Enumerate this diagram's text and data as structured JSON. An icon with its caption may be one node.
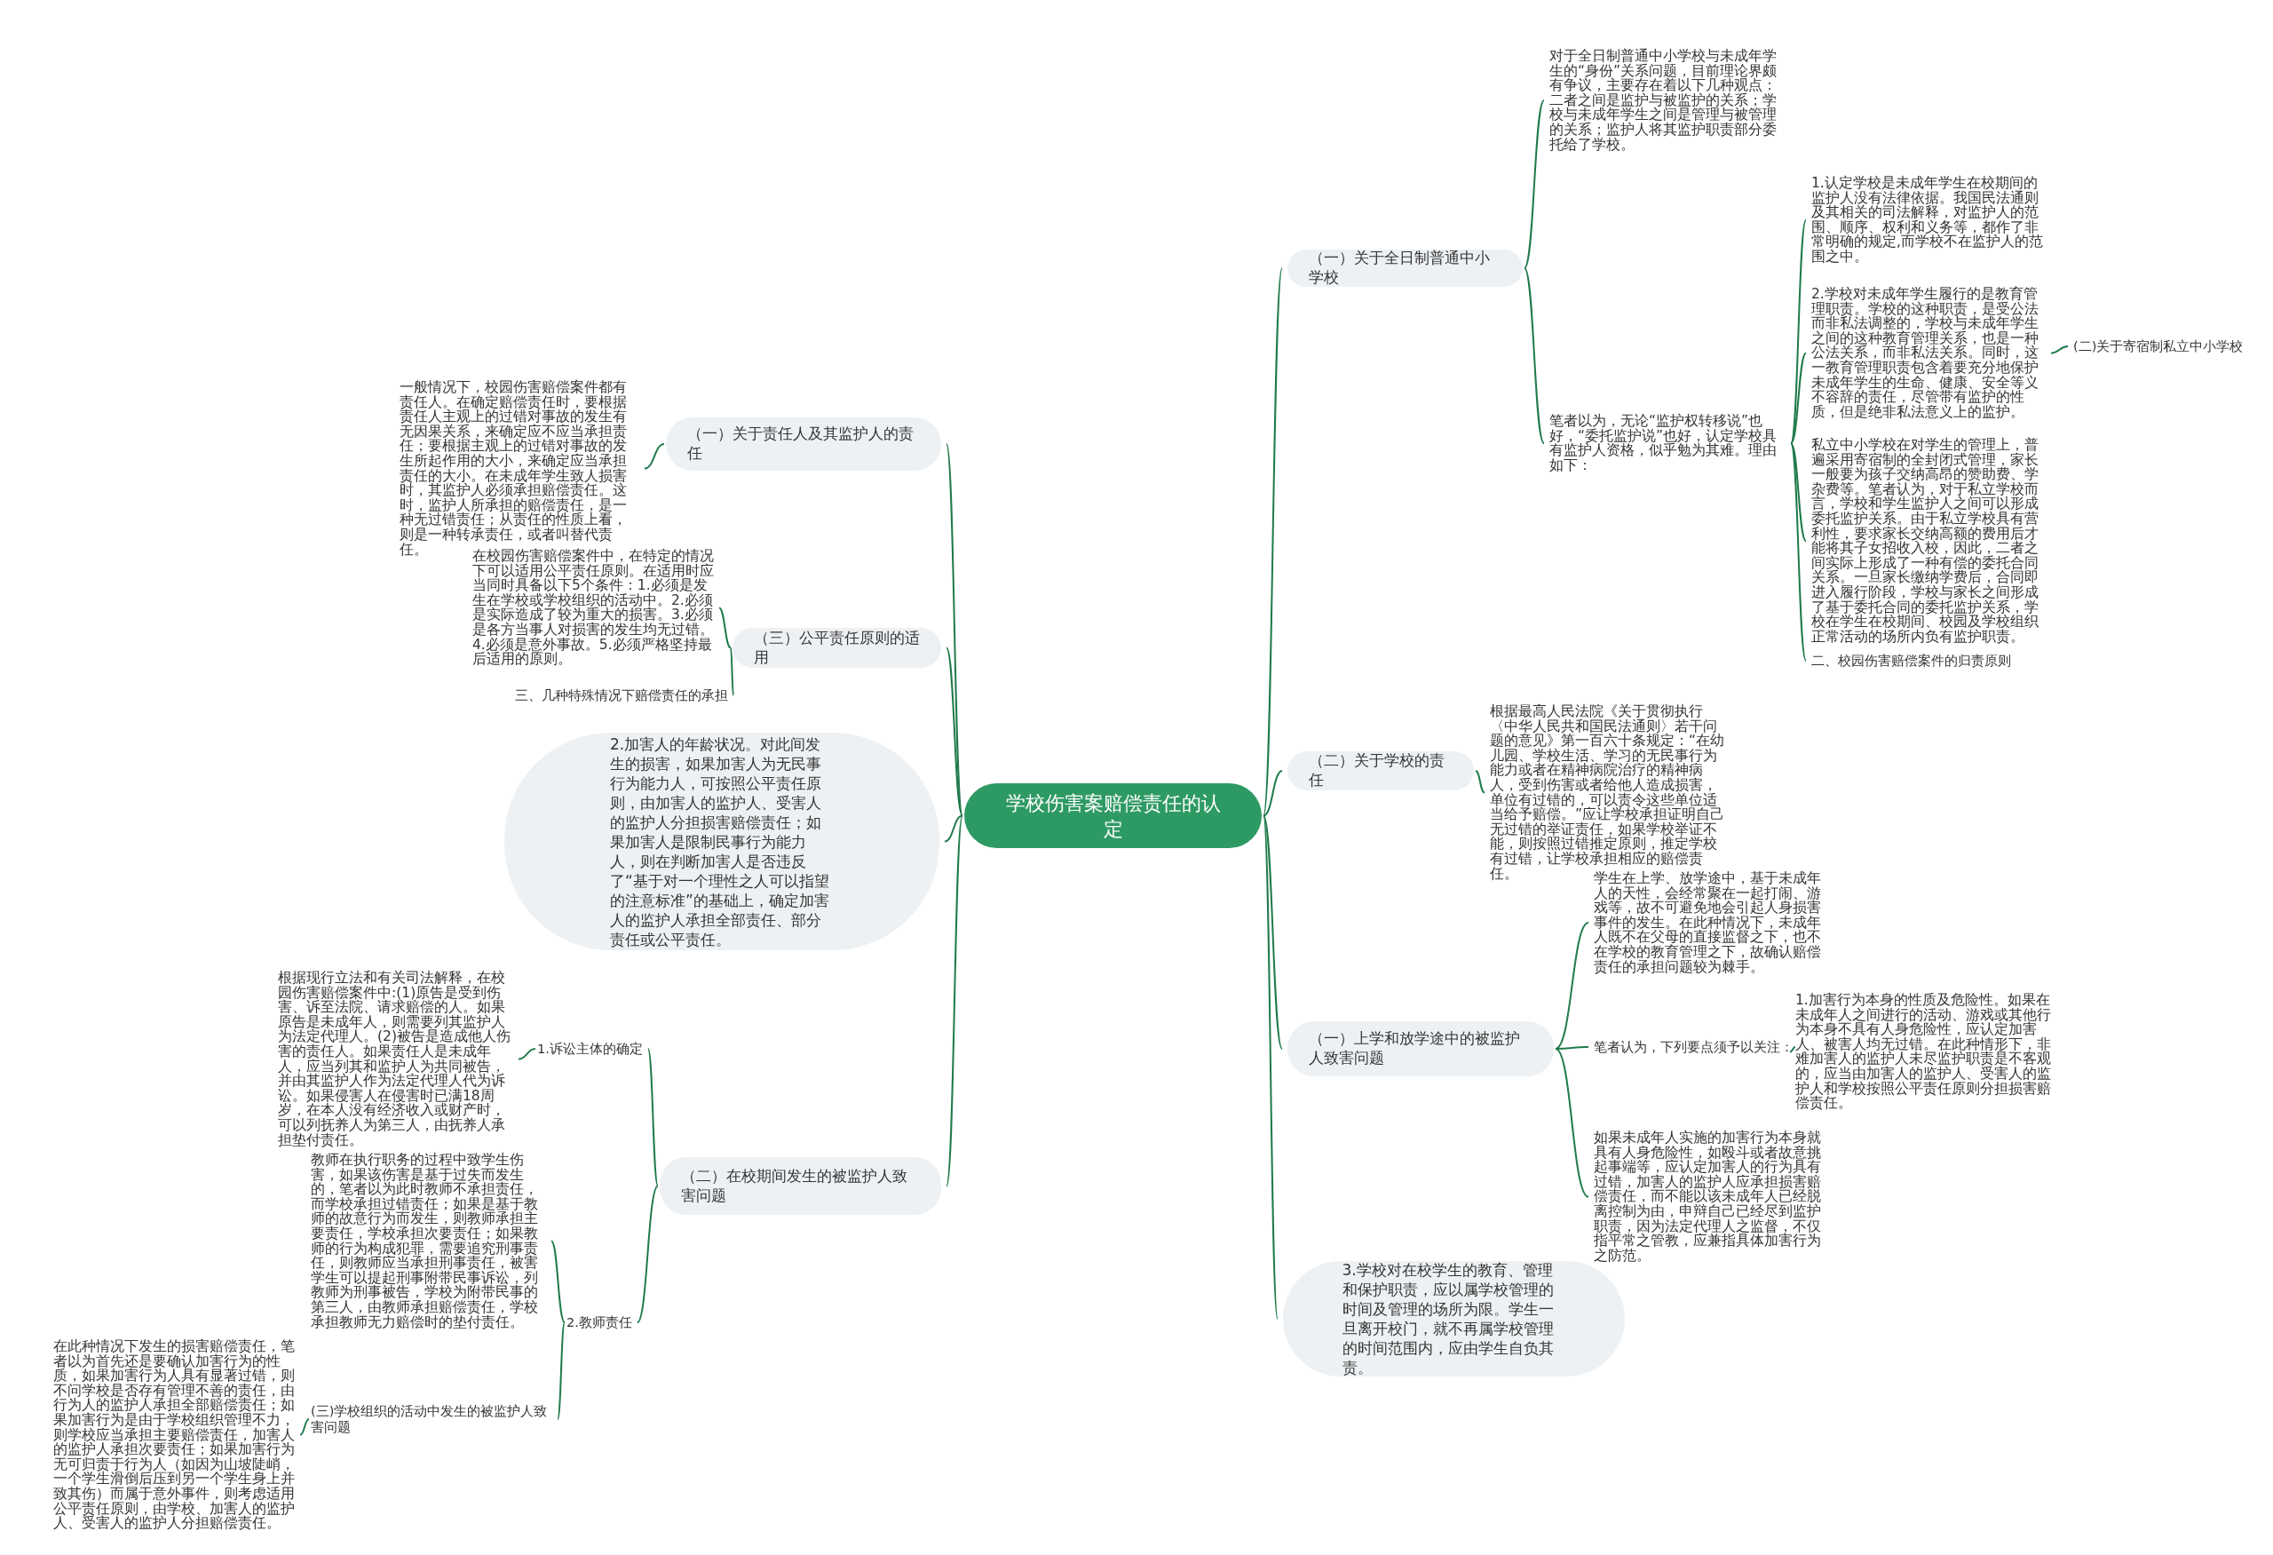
{
  "diagram": {
    "nodes": [
      {
        "text": [
          "学校伤害案赔偿责任的认定"
        ]
      },
      {
        "text": [
          "（一）关于全日制普通中小学校"
        ]
      },
      {
        "text": [
          "对于全日制普通中小学校与未成年学生的“身份”关系问题，目前理论界颇有争议，主要存在着以下几种观点：二者之间是监护与被监护的关系；学校与未成年学生之间是管理与被管理的关系；监护人将其监护职责部分委托给了学校。"
        ]
      },
      {
        "text": [
          "笔者以为，无论“监护权转移说”也好，“委托监护说”也好，认定学校具有监护人资格，似乎勉为其难。理由如下："
        ]
      },
      {
        "text": [
          "1.认定学校是未成年学生在校期间的监护人没有法律依据。我国民法通则及其相关的司法解释，对监护人的范围、顺序、权利和义务等，都作了非常明确的规定,而学校不在监护人的范围之中。"
        ]
      },
      {
        "text": [
          "2.学校对未成年学生履行的是教育管理职责。学校的这种职责，是受公法而非私法调整的，学校与未成年学生之间的这种教育管理关系，也是一种公法关系，而非私法关系。同时，这一教育管理职责包含着要充分地保护未成年学生的生命、健康、安全等义不容辞的责任，尽管带有监护的性质，但是绝非私法意义上的监护。"
        ]
      },
      {
        "text": [
          "(二)关于寄宿制私立中小学校"
        ]
      },
      {
        "text": [
          "私立中小学校在对学生的管理上，普遍采用寄宿制的全封闭式管理，家长一般要为孩子交纳高昂的赞助费、学杂费等。笔者认为，对于私立学校而言，学校和学生监护人之间可以形成委托监护关系。由于私立学校具有营利性，要求家长交纳高额的费用后才能将其子女招收入校，因此，二者之间实际上形成了一种有偿的委托合同关系。一旦家长缴纳学费后，合同即进入履行阶段，学校与家长之间形成了基于委托合同的委托监护关系，学校在学生在校期间、校园及学校组织正常活动的场所内负有监护职责。"
        ]
      },
      {
        "text": [
          "二、校园伤害赔偿案件的归责原则"
        ]
      },
      {
        "text": [
          "（一）关于责任人及其监护人的责任"
        ]
      },
      {
        "text": [
          "一般情况下，校园伤害赔偿案件都有责任人。在确定赔偿责任时，要根据责任人主观上的过错对事故的发生有无因果关系，来确定应不应当承担责任；要根据主观上的过错对事故的发生所起作用的大小，来确定应当承担责任的大小。在未成年学生致人损害时，其监护人必须承担赔偿责任。这时，监护人所承担的赔偿责任，是一种无过错责任；从责任的性质上看，则是一种转承责任，或者叫替代责任。"
        ]
      },
      {
        "text": [
          "（三）公平责任原则的适用"
        ]
      },
      {
        "text": [
          "在校园伤害赔偿案件中，在特定的情况下可以适用公平责任原则。在适用时应当同时具备以下5个条件：1.必须是发生在学校或学校组织的活动中。2.必须是实际造成了较为重大的损害。3.必须是各方当事人对损害的发生均无过错。4.必须是意外事故。5.必须严格坚持最后适用的原则。"
        ]
      },
      {
        "text": [
          "三、几种特殊情况下赔偿责任的承担"
        ]
      },
      {
        "text": [
          "2.加害人的年龄状况。对此间发生的损害，如果加害人为无民事行为能力人，可按照公平责任原则，由加害人的监护人、受害人的监护人分担损害赔偿责任；如果加害人是限制民事行为能力人，则在判断加害人是否违反了“基于对一个理性之人可以指望的注意标准”的基础上，确定加害人的监护人承担全部责任、部分责任或公平责任。"
        ]
      },
      {
        "text": [
          "（二）关于学校的责任"
        ]
      },
      {
        "text": [
          "根据最高人民法院《关于贯彻执行〈中华人民共和国民法通则〉若干问题的意见》第一百六十条规定：“在幼儿园、学校生活、学习的无民事行为能力或者在精神病院治疗的精神病人，受到伤害或者给他人造成损害，单位有过错的，可以责令这些单位适当给予赔偿。”应让学校承担证明自己无过错的举证责任，如果学校举证不能，则按照过错推定原则，推定学校有过错，让学校承担相应的赔偿责任。"
        ]
      },
      {
        "text": [
          "（二）在校期间发生的被监护人致害问题"
        ]
      },
      {
        "text": [
          "1.诉讼主体的确定"
        ]
      },
      {
        "text": [
          "根据现行立法和有关司法解释，在校园伤害赔偿案件中:(1)原告是受到伤害、诉至法院、请求赔偿的人。如果原告是未成年人，则需要列其监护人为法定代理人。(2)被告是造成他人伤害的责任人。如果责任人是未成年人，应当列其和监护人为共同被告，并由其监护人作为法定代理人代为诉讼。如果侵害人在侵害时已满18周岁，在本人没有经济收入或财产时，可以列抚养人为第三人，由抚养人承担垫付责任。"
        ]
      },
      {
        "text": [
          "2.教师责任"
        ]
      },
      {
        "text": [
          "教师在执行职务的过程中致学生伤害，如果该伤害是基于过失而发生的，笔者以为此时教师不承担责任，而学校承担过错责任；如果是基于教师的故意行为而发生，则教师承担主要责任，学校承担次要责任；如果教师的行为构成犯罪，需要追究刑事责任，则教师应当承担刑事责任，被害学生可以提起刑事附带民事诉讼，列教师为刑事被告，学校为附带民事的第三人，由教师承担赔偿责任，学校承担教师无力赔偿时的垫付责任。"
        ]
      },
      {
        "text": [
          "(三)学校组织的活动中发生的被监护人致害问题"
        ]
      },
      {
        "text": [
          "在此种情况下发生的损害赔偿责任，笔者以为首先还是要确认加害行为的性质，如果加害行为人具有显著过错，则不问学校是否存有管理不善的责任，由行为人的监护人承担全部赔偿责任；如果加害行为是由于学校组织管理不力，则学校应当承担主要赔偿责任，加害人的监护人承担次要责任；如果加害行为无可归责于行为人（如因为山坡陡峭，一个学生滑倒后压到另一个学生身上并致其伤）而属于意外事件，则考虑适用公平责任原则，由学校、加害人的监护人、受害人的监护人分担赔偿责任。"
        ]
      },
      {
        "text": [
          "（一）上学和放学途中的被监护人致害问题"
        ]
      },
      {
        "text": [
          "学生在上学、放学途中，基于未成年人的天性，会经常聚在一起打闹、游戏等，故不可避免地会引起人身损害事件的发生。在此种情况下，未成年人既不在父母的直接监督之下，也不在学校的教育管理之下，故确认赔偿责任的承担问题较为棘手。"
        ]
      },
      {
        "text": [
          "笔者认为，下列要点须予以关注："
        ]
      },
      {
        "text": [
          "1.加害行为本身的性质及危险性。如果在未成年人之间进行的活动、游戏或其他行为本身不具有人身危险性，应认定加害人、被害人均无过错。在此种情形下，非难加害人的监护人未尽监护职责是不客观的，应当由加害人的监护人、受害人的监护人和学校按照公平责任原则分担损害赔偿责任。"
        ]
      },
      {
        "text": [
          "如果未成年人实施的加害行为本身就具有人身危险性，如殴斗或者故意挑起事端等，应认定加害人的行为具有过错，加害人的监护人应承担损害赔偿责任，而不能以该未成年人已经脱离控制为由，申辩自己已经尽到监护职责，因为法定代理人之监督，不仅指平常之管教，应兼指具体加害行为之防范。"
        ]
      },
      {
        "text": [
          "3.学校对在校学生的教育、管理和保护职责，应以属学校管理的时间及管理的场所为限。学生一旦离开校门，就不再属学校管理的时间范围内，应由学生自负其责。"
        ]
      }
    ],
    "edges": [
      {
        "from": 0,
        "to": 1,
        "arrow": "none"
      },
      {
        "from": 1,
        "to": 2,
        "arrow": "none"
      },
      {
        "from": 1,
        "to": 3,
        "arrow": "none"
      },
      {
        "from": 3,
        "to": 4,
        "arrow": "none"
      },
      {
        "from": 3,
        "to": 5,
        "arrow": "none"
      },
      {
        "from": 5,
        "to": 6,
        "arrow": "none"
      },
      {
        "from": 3,
        "to": 7,
        "arrow": "none"
      },
      {
        "from": 3,
        "to": 8,
        "arrow": "none"
      },
      {
        "from": 0,
        "to": 9,
        "arrow": "none"
      },
      {
        "from": 9,
        "to": 10,
        "arrow": "none"
      },
      {
        "from": 0,
        "to": 11,
        "arrow": "none"
      },
      {
        "from": 11,
        "to": 12,
        "arrow": "none"
      },
      {
        "from": 11,
        "to": 13,
        "arrow": "none"
      },
      {
        "from": 0,
        "to": 14,
        "arrow": "none"
      },
      {
        "from": 0,
        "to": 15,
        "arrow": "none"
      },
      {
        "from": 15,
        "to": 16,
        "arrow": "none"
      },
      {
        "from": 0,
        "to": 17,
        "arrow": "none"
      },
      {
        "from": 17,
        "to": 18,
        "arrow": "none"
      },
      {
        "from": 18,
        "to": 19,
        "arrow": "none"
      },
      {
        "from": 17,
        "to": 20,
        "arrow": "none"
      },
      {
        "from": 20,
        "to": 21,
        "arrow": "none"
      },
      {
        "from": 20,
        "to": 22,
        "arrow": "none"
      },
      {
        "from": 22,
        "to": 23,
        "arrow": "none"
      },
      {
        "from": 0,
        "to": 24,
        "arrow": "none"
      },
      {
        "from": 24,
        "to": 25,
        "arrow": "none"
      },
      {
        "from": 24,
        "to": 26,
        "arrow": "none"
      },
      {
        "from": 26,
        "to": 27,
        "arrow": "none"
      },
      {
        "from": 24,
        "to": 28,
        "arrow": "none"
      },
      {
        "from": 0,
        "to": 29,
        "arrow": "none"
      }
    ]
  }
}
